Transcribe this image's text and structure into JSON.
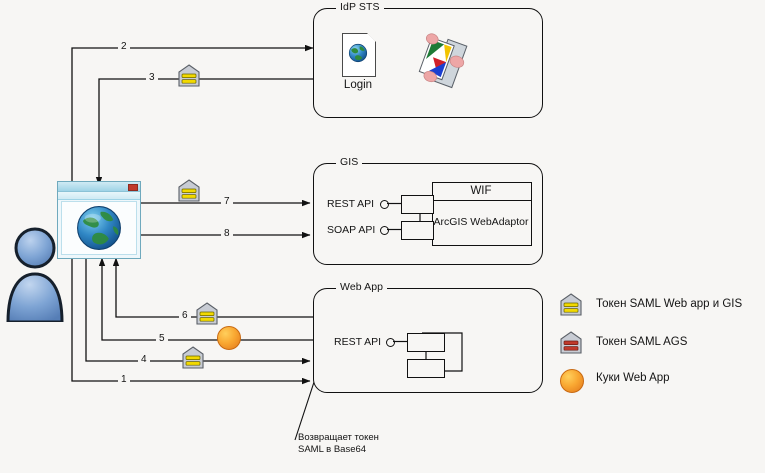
{
  "diagram": {
    "title": "SAML authentication flow diagram",
    "background_color": "#f7f6f4",
    "line_color": "#111111"
  },
  "groups": [
    {
      "id": "idp",
      "label": "IdP STS"
    },
    {
      "id": "gis",
      "label": "GIS"
    },
    {
      "id": "webapp",
      "label": "Web App"
    }
  ],
  "idp": {
    "label": "IdP STS",
    "login_caption": "Login",
    "login_icon": "globe-document-icon",
    "arcgis_icon": "arcgis-logo-icon"
  },
  "gis": {
    "label": "GIS",
    "rest_api_label": "REST API",
    "soap_api_label": "SOAP API",
    "wif_label": "WIF",
    "adaptor_label": "ArcGIS WebAdaptor"
  },
  "webapp": {
    "label": "Web App",
    "rest_api_label": "REST API"
  },
  "browser": {
    "icon": "browser-window-globe-icon"
  },
  "user": {
    "icon": "user-avatar-icon"
  },
  "arrows": [
    {
      "id": "a1",
      "number": "1",
      "direction": "right",
      "token": "none"
    },
    {
      "id": "a2",
      "number": "2",
      "direction": "right",
      "token": "none"
    },
    {
      "id": "a3",
      "number": "3",
      "direction": "down-left",
      "token": "saml-web-gis"
    },
    {
      "id": "a4",
      "number": "4",
      "direction": "right",
      "token": "saml-web-gis"
    },
    {
      "id": "a5",
      "number": "5",
      "direction": "left",
      "token": "cookie"
    },
    {
      "id": "a6",
      "number": "6",
      "direction": "left",
      "token": "saml-web-gis"
    },
    {
      "id": "a7",
      "number": "7",
      "direction": "right",
      "token": "saml-web-gis"
    },
    {
      "id": "a8",
      "number": "8",
      "direction": "right",
      "token": "none"
    }
  ],
  "note": {
    "text": "Возвращает токен\nSAML в Base64"
  },
  "legend": {
    "items": [
      {
        "icon": "saml-token-yellow-icon",
        "label": "Токен SAML Web app и GIS",
        "color": "#f2d900"
      },
      {
        "icon": "saml-token-red-icon",
        "label": "Токен SAML AGS",
        "color": "#c0392b"
      },
      {
        "icon": "cookie-orange-icon",
        "label": "Куки Web App",
        "color": "#f4a024"
      }
    ]
  }
}
